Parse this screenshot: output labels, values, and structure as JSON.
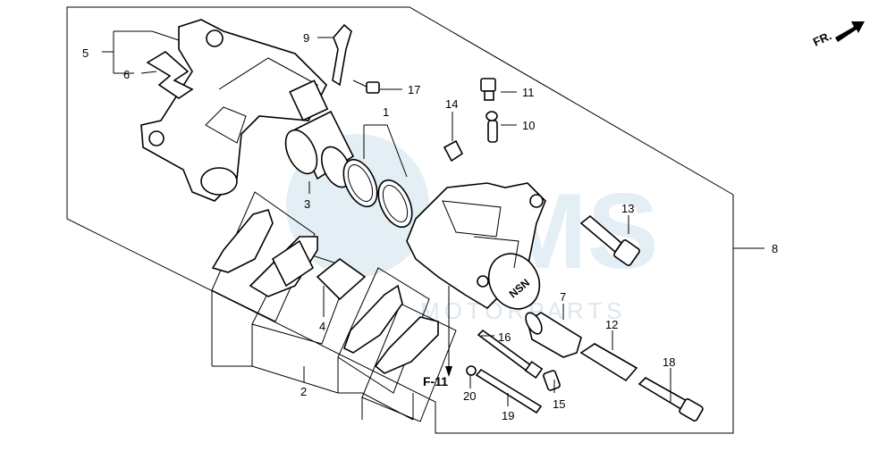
{
  "direction_marker": "FR.",
  "section_ref": "F-11",
  "watermark": {
    "brand": "CMS",
    "subtitle": "MOTORPARTS",
    "logo_text": "NSN"
  },
  "callouts": {
    "c1": "1",
    "c2": "2",
    "c3": "3",
    "c4": "4",
    "c5": "5",
    "c6": "6",
    "c7": "7",
    "c8": "8",
    "c9": "9",
    "c10": "10",
    "c11": "11",
    "c12": "12",
    "c13": "13",
    "c14": "14",
    "c15": "15",
    "c16": "16",
    "c17": "17",
    "c18": "18",
    "c19": "19",
    "c20": "20"
  }
}
